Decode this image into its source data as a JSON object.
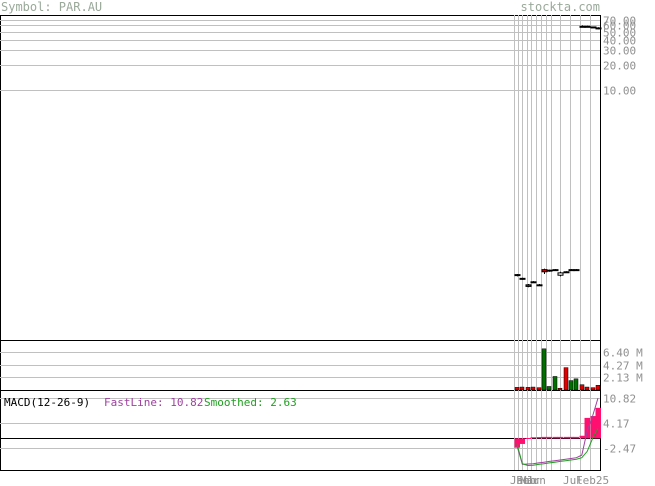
{
  "header": {
    "symbol_label": "Symbol: PAR.AU",
    "site": "stockta.com"
  },
  "colors": {
    "grid": "#c0c0c0",
    "frame": "#000000",
    "up_candle": "#ffffff",
    "down_candle": "#e00000",
    "volume_up": "#007000",
    "volume_down": "#e00000",
    "fast_line": "#a040a0",
    "smoothed": "#20a020",
    "histogram": "#ff1070",
    "axis_text": "#909090"
  },
  "chart_data": [
    {
      "type": "candlestick",
      "name": "price",
      "y_scale": "log",
      "ylim": [
        0.01,
        80
      ],
      "y_ticks": [
        "70.00",
        "60.00",
        "50.00",
        "40.00",
        "30.00",
        "20.00",
        "10.00"
      ],
      "candles": [
        {
          "o": 0.06,
          "h": 0.062,
          "l": 0.058,
          "c": 0.061,
          "dir": "up"
        },
        {
          "o": 0.055,
          "h": 0.056,
          "l": 0.053,
          "c": 0.054,
          "dir": "up"
        },
        {
          "o": 0.046,
          "h": 0.047,
          "l": 0.043,
          "c": 0.044,
          "dir": "down"
        },
        {
          "o": 0.05,
          "h": 0.051,
          "l": 0.049,
          "c": 0.05,
          "dir": "up"
        },
        {
          "o": 0.046,
          "h": 0.047,
          "l": 0.045,
          "c": 0.045,
          "dir": "down"
        },
        {
          "o": 0.066,
          "h": 0.072,
          "l": 0.062,
          "c": 0.07,
          "dir": "down"
        },
        {
          "o": 0.068,
          "h": 0.07,
          "l": 0.066,
          "c": 0.069,
          "dir": "up"
        },
        {
          "o": 0.07,
          "h": 0.071,
          "l": 0.069,
          "c": 0.07,
          "dir": "up"
        },
        {
          "o": 0.06,
          "h": 0.066,
          "l": 0.058,
          "c": 0.064,
          "dir": "up"
        },
        {
          "o": 0.066,
          "h": 0.067,
          "l": 0.064,
          "c": 0.066,
          "dir": "up"
        },
        {
          "o": 0.069,
          "h": 0.071,
          "l": 0.068,
          "c": 0.07,
          "dir": "up"
        },
        {
          "o": 0.07,
          "h": 0.071,
          "l": 0.069,
          "c": 0.07,
          "dir": "up"
        },
        {
          "o": 58.0,
          "h": 60.0,
          "l": 57.0,
          "c": 58.5,
          "dir": "up"
        },
        {
          "o": 58.5,
          "h": 59.5,
          "l": 57.5,
          "c": 58.0,
          "dir": "up"
        },
        {
          "o": 57.0,
          "h": 58.0,
          "l": 56.0,
          "c": 57.5,
          "dir": "up"
        },
        {
          "o": 56.0,
          "h": 57.0,
          "l": 54.0,
          "c": 55.0,
          "dir": "down"
        }
      ]
    },
    {
      "type": "bar",
      "name": "volume",
      "ylim": [
        0,
        8.5
      ],
      "y_ticks": [
        "6.40 M",
        "4.27 M",
        "2.13 M"
      ],
      "values": [
        0.45,
        0.5,
        0.45,
        0.5,
        0.4,
        7.0,
        0.6,
        2.3,
        0.3,
        3.8,
        1.6,
        1.9,
        0.9,
        0.5,
        0.4,
        0.8
      ],
      "dirs": [
        "down",
        "down",
        "down",
        "down",
        "down",
        "up",
        "up",
        "up",
        "down",
        "down",
        "up",
        "up",
        "down",
        "down",
        "down",
        "down"
      ]
    },
    {
      "type": "line",
      "name": "macd",
      "label": "MACD(12-26-9)",
      "fast_label": "FastLine: 10.82",
      "smoothed_label": "Smoothed: 2.63",
      "ylim": [
        -8.5,
        13
      ],
      "y_ticks": [
        "10.82",
        "4.17",
        "-2.47"
      ],
      "fast": [
        -2.0,
        -7.0,
        -6.9,
        -6.8,
        -6.6,
        -6.4,
        -6.2,
        -6.0,
        -5.8,
        -5.6,
        -5.4,
        -5.2,
        -4.5,
        2.0,
        6.0,
        10.82
      ],
      "smoothed": [
        -1.5,
        -6.8,
        -7.3,
        -7.2,
        -7.0,
        -6.8,
        -6.6,
        -6.4,
        -6.2,
        -6.0,
        -5.8,
        -5.6,
        -5.2,
        -3.5,
        0.0,
        2.63
      ],
      "histogram": [
        -2.5,
        -1.5,
        0.1,
        0.3,
        0.35,
        0.4,
        0.4,
        0.4,
        0.4,
        0.4,
        0.4,
        0.4,
        0.7,
        5.5,
        6.0,
        8.2
      ]
    }
  ],
  "x_axis": {
    "labels": [
      "Jan",
      "Feb",
      "Mar",
      "Jun",
      "Jul",
      "Feb25"
    ]
  }
}
